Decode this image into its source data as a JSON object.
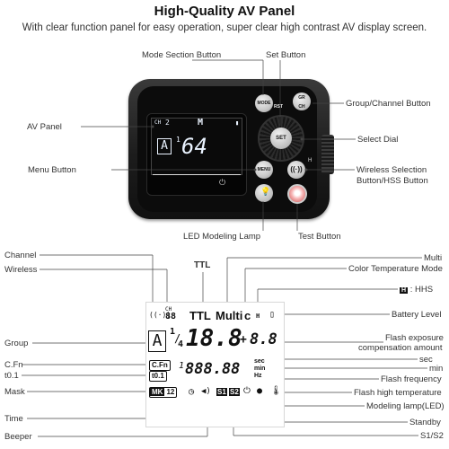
{
  "header": {
    "title": "High-Quality AV Panel",
    "subtitle": "With clear function panel for easy operation, super clear high contrast AV display screen."
  },
  "photo_labels": {
    "mode_section_button": "Mode Section Button",
    "set_button": "Set Button",
    "group_channel_button": "Group/Channel Button",
    "av_panel": "AV Panel",
    "select_dial": "Select Dial",
    "menu_button": "Menu Button",
    "wireless_selection_l1": "Wireless Selection",
    "wireless_selection_l2": "Button/HSS Button",
    "led_modeling_lamp": "LED Modeling Lamp",
    "test_button": "Test Button"
  },
  "device": {
    "btn_mode": "MODE",
    "btn_rst": "RST",
    "btn_gr": "GR",
    "btn_ch": "CH",
    "btn_set": "SET",
    "btn_menu": "MENU",
    "lcd_ch": "CH",
    "lcd_ch_val": "2",
    "lcd_mode": "M",
    "lcd_group": "A",
    "lcd_fraction_num": "1",
    "lcd_fraction_den": "64",
    "hss_mark": "H"
  },
  "lcd_left_labels": {
    "channel": "Channel",
    "wireless": "Wireless",
    "group": "Group",
    "cfn": "C.Fn",
    "t01": "t0.1",
    "mask": "Mask",
    "time": "Time",
    "beeper": "Beeper"
  },
  "lcd_right_labels": {
    "multi": "Multi",
    "color_temp_mode": "Color Temperature Mode",
    "hhs": ": HHS",
    "battery_level": "Battery Level",
    "flash_exposure_l1": "Flash exposure",
    "flash_exposure_l2": "compensation amount",
    "sec": "sec",
    "min": "min",
    "flash_frequency": "Flash frequency",
    "flash_high_temp": "Flash high temperature",
    "modeling_lamp": "Modeling lamp(LED)",
    "standby": "Standby",
    "s1s2": "S1/S2"
  },
  "lcd_top_label": "TTL",
  "lcd_diagram": {
    "ch": "CH",
    "ch_digits": "88",
    "ttl": "TTL",
    "multi": "Multi",
    "c": "c",
    "h_mark": "H",
    "group_letter": "A",
    "frac_top": "1",
    "frac_bottom": "4",
    "big_digits": "18.8",
    "ev_sign": "+",
    "ev_digits": "8.8",
    "cfn_box": "C.Fn",
    "t01_box": "t0.1",
    "slash_one": "1",
    "long_digits": "888.88",
    "unit_sec": "sec",
    "unit_min": "min",
    "unit_hz": "Hz",
    "mk": "MK",
    "mk_num": "12",
    "s1": "S1",
    "s2": "S2",
    "hhs_icon": "H"
  },
  "icons": [
    "wireless-icon",
    "power-icon",
    "timer-icon",
    "speaker-icon",
    "bulb-icon",
    "thermometer-icon",
    "battery-icon"
  ]
}
